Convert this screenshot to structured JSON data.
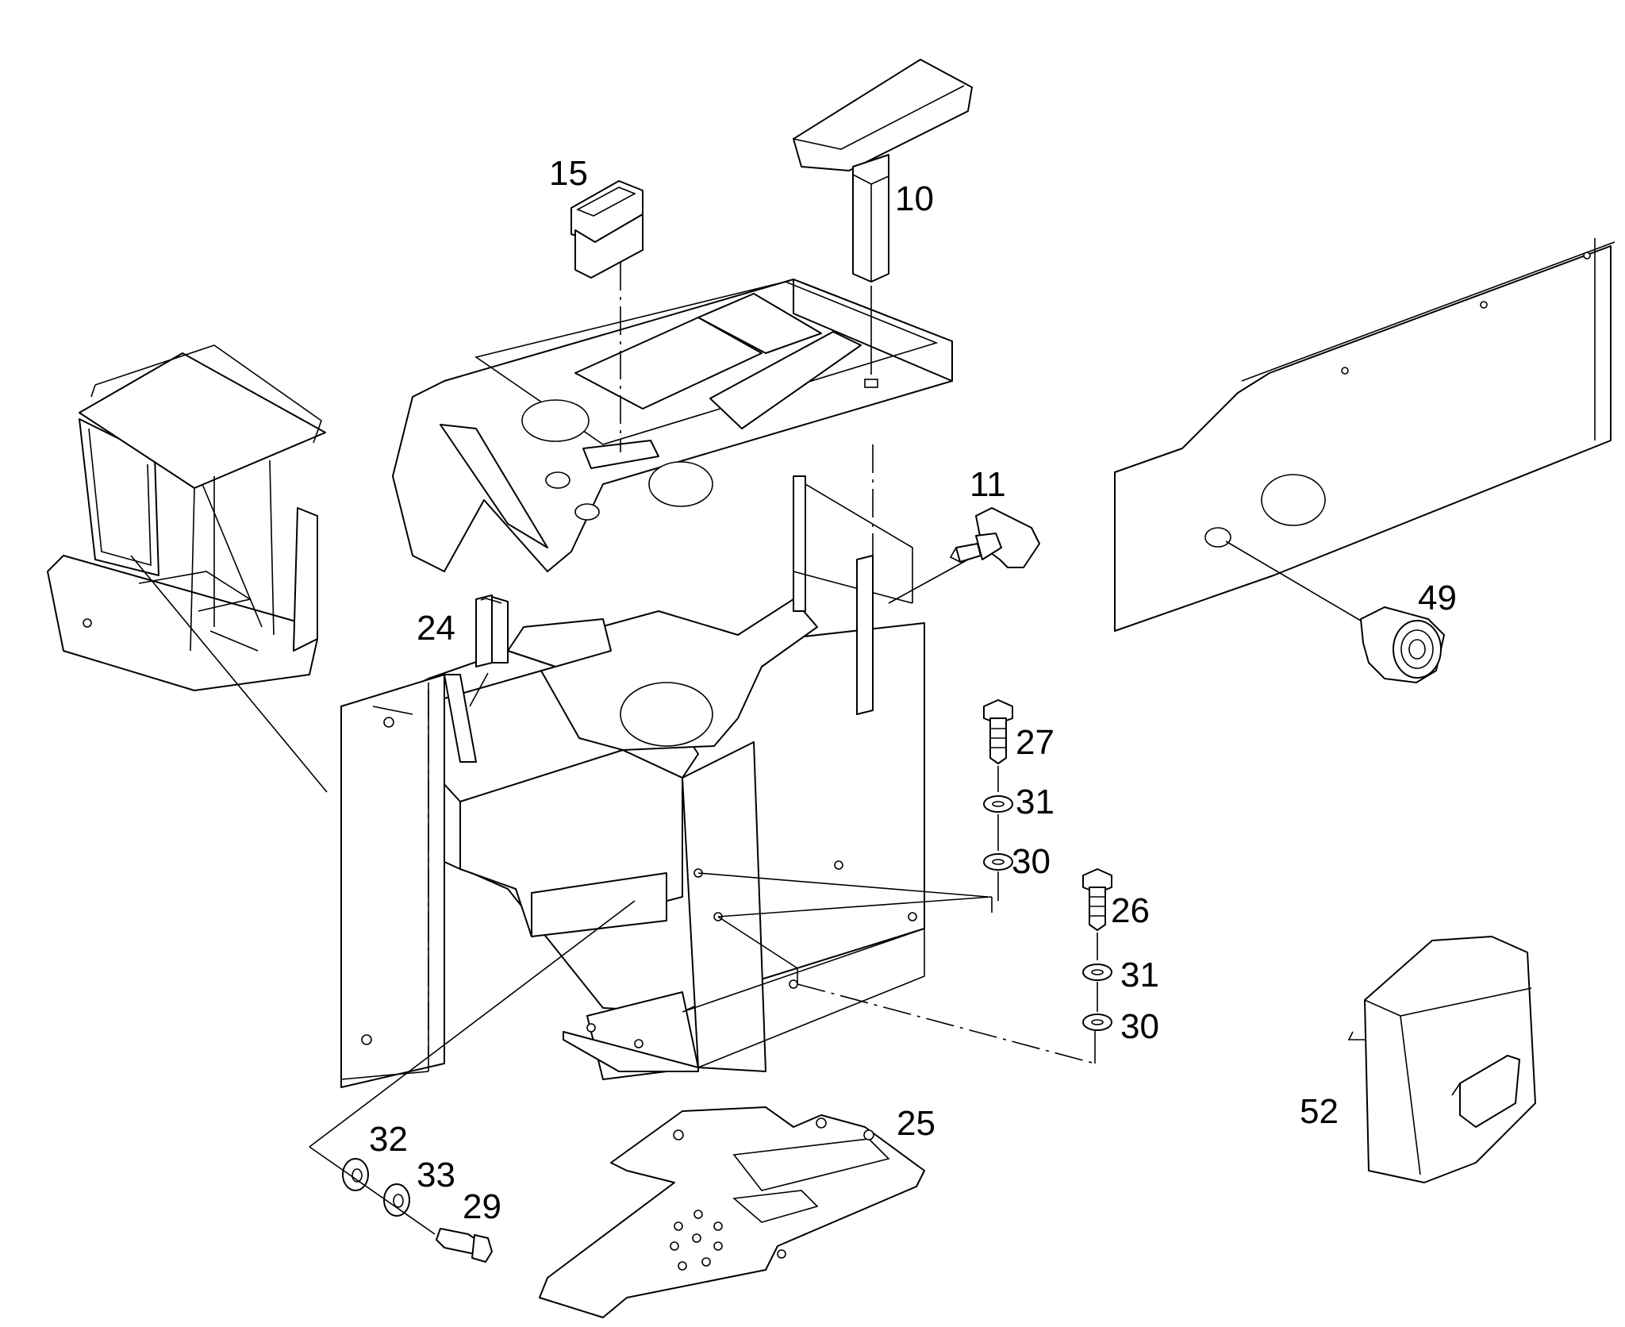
{
  "diagram": {
    "callouts": [
      {
        "id": "c10",
        "label": "10"
      },
      {
        "id": "c11",
        "label": "11"
      },
      {
        "id": "c15",
        "label": "15"
      },
      {
        "id": "c24",
        "label": "24"
      },
      {
        "id": "c25",
        "label": "25"
      },
      {
        "id": "c26",
        "label": "26"
      },
      {
        "id": "c27",
        "label": "27"
      },
      {
        "id": "c29",
        "label": "29"
      },
      {
        "id": "c30a",
        "label": "30"
      },
      {
        "id": "c30b",
        "label": "30"
      },
      {
        "id": "c31a",
        "label": "31"
      },
      {
        "id": "c31b",
        "label": "31"
      },
      {
        "id": "c32",
        "label": "32"
      },
      {
        "id": "c33",
        "label": "33"
      },
      {
        "id": "c49",
        "label": "49"
      },
      {
        "id": "c52",
        "label": "52"
      }
    ]
  }
}
